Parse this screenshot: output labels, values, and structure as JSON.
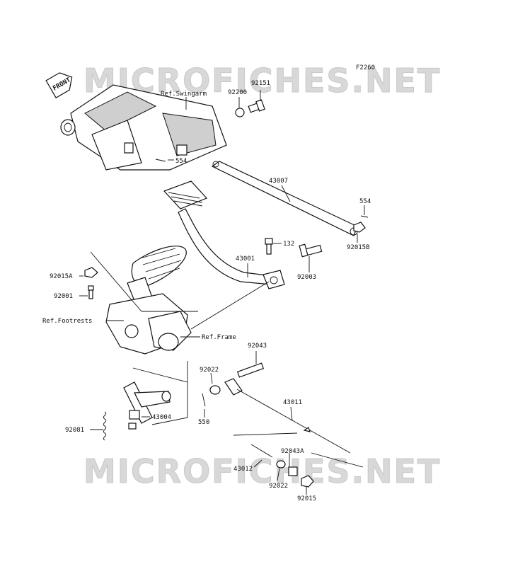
{
  "diagram_code": "F2260",
  "watermark": "MICROFICHES.NET",
  "front_label": "FRONT",
  "references": {
    "swingarm": "Ref.Swingarm",
    "footrests": "Ref.Footrests",
    "frame": "Ref.Frame"
  },
  "parts": [
    {
      "id": "p92151",
      "label": "92151"
    },
    {
      "id": "p92200",
      "label": "92200"
    },
    {
      "id": "p554a",
      "label": "554"
    },
    {
      "id": "p43007",
      "label": "43007"
    },
    {
      "id": "p554b",
      "label": "554"
    },
    {
      "id": "p92015B",
      "label": "92015B"
    },
    {
      "id": "p132",
      "label": "132"
    },
    {
      "id": "p92003",
      "label": "92003"
    },
    {
      "id": "p43001",
      "label": "43001"
    },
    {
      "id": "p92015A",
      "label": "92015A"
    },
    {
      "id": "p92001",
      "label": "92001"
    },
    {
      "id": "p92043",
      "label": "92043"
    },
    {
      "id": "p92022a",
      "label": "92022"
    },
    {
      "id": "p43011",
      "label": "43011"
    },
    {
      "id": "p550",
      "label": "550"
    },
    {
      "id": "p43004",
      "label": "43004"
    },
    {
      "id": "p92081",
      "label": "92081"
    },
    {
      "id": "p92043A",
      "label": "92043A"
    },
    {
      "id": "p43012",
      "label": "43012"
    },
    {
      "id": "p92022b",
      "label": "92022"
    },
    {
      "id": "p92015",
      "label": "92015"
    }
  ]
}
